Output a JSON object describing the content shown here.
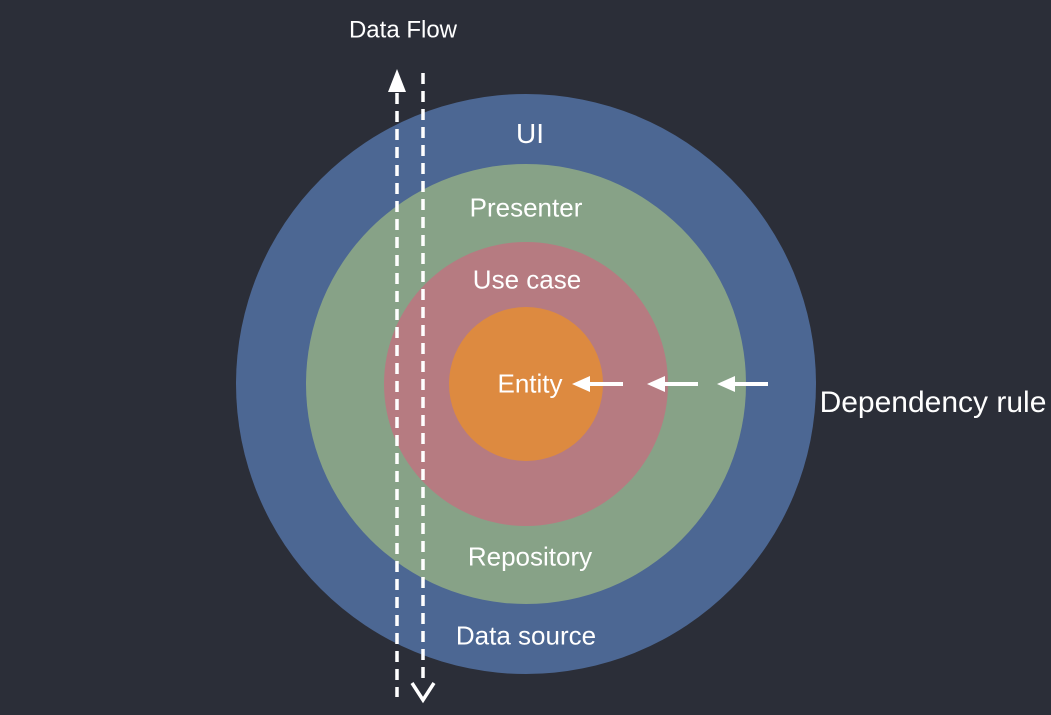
{
  "colors": {
    "background": "#2b2e38",
    "text": "#ffffff",
    "arrow": "#ffffff"
  },
  "diagram": {
    "title_hint": "clean-architecture-onion-diagram",
    "layers": [
      {
        "name": "ui",
        "label": "UI",
        "bottom_label": "Data source",
        "color": "#4c6793"
      },
      {
        "name": "presenter",
        "label": "Presenter",
        "bottom_label": "Repository",
        "color": "#87a287"
      },
      {
        "name": "use-case",
        "label": "Use case",
        "color": "#b67b81"
      },
      {
        "name": "entity",
        "label": "Entity",
        "color": "#dd8a40"
      }
    ],
    "annotations": {
      "data_flow": "Data Flow",
      "dependency_rule": "Dependency rule"
    }
  }
}
